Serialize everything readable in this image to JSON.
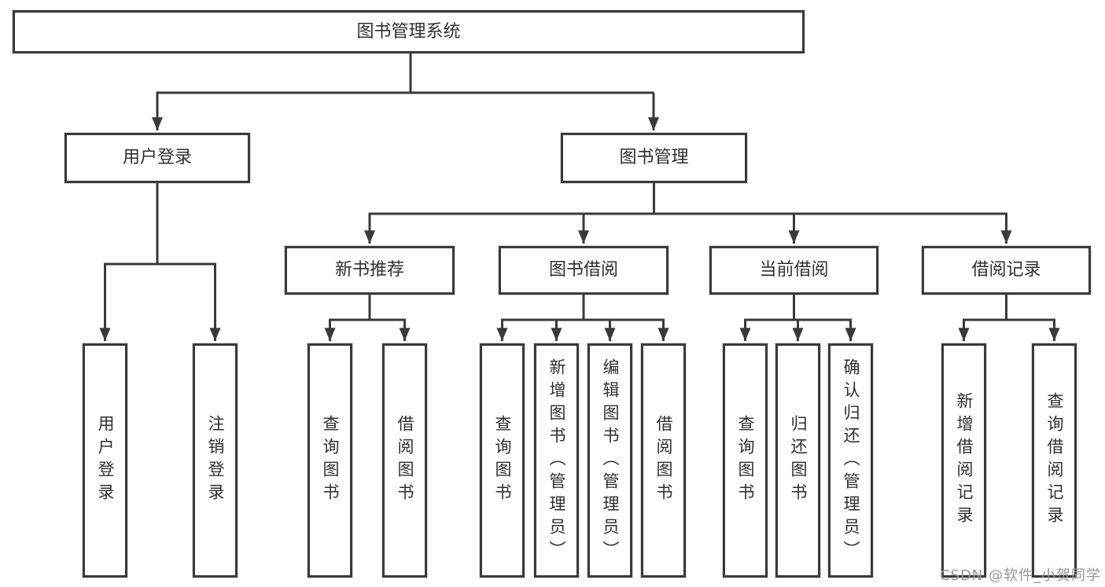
{
  "diagram": {
    "type": "hierarchy-tree",
    "root": {
      "label": "图书管理系统"
    },
    "branches": [
      {
        "label": "用户登录",
        "children": [
          {
            "label": "用户登录"
          },
          {
            "label": "注销登录"
          }
        ]
      },
      {
        "label": "图书管理",
        "children": [
          {
            "label": "新书推荐",
            "children": [
              {
                "label": "查询图书"
              },
              {
                "label": "借阅图书"
              }
            ]
          },
          {
            "label": "图书借阅",
            "children": [
              {
                "label": "查询图书"
              },
              {
                "label": "新增图书（管理员）"
              },
              {
                "label": "编辑图书（管理员）"
              },
              {
                "label": "借阅图书"
              }
            ]
          },
          {
            "label": "当前借阅",
            "children": [
              {
                "label": "查询图书"
              },
              {
                "label": "归还图书"
              },
              {
                "label": "确认归还（管理员）"
              }
            ]
          },
          {
            "label": "借阅记录",
            "children": [
              {
                "label": "新增借阅记录"
              },
              {
                "label": "查询借阅记录"
              }
            ]
          }
        ]
      }
    ]
  },
  "watermark": {
    "text": "CSDN @软件_小贺同学"
  },
  "colors": {
    "background": "#ffffff",
    "line": "#3a3a3a",
    "box_border": "#3a3a3a",
    "box_fill": "#ffffff",
    "text": "#2f2f2f",
    "watermark": "#969696"
  }
}
